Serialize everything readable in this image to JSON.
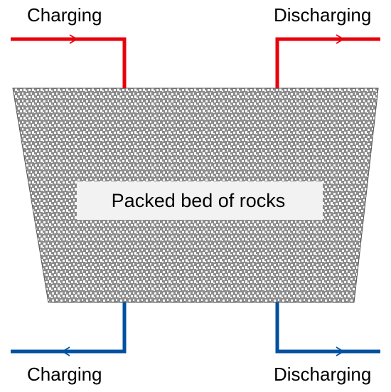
{
  "labels": {
    "top_left": "Charging",
    "top_right": "Discharging",
    "bottom_left": "Charging",
    "bottom_right": "Discharging",
    "bed": "Packed bed of rocks"
  },
  "colors": {
    "hot_pipe": "#e8000b",
    "cold_pipe": "#0050a0",
    "bed_base": "#8c8c8c",
    "bed_chips": "#ffffff",
    "label_box": "#f2f2f2"
  }
}
